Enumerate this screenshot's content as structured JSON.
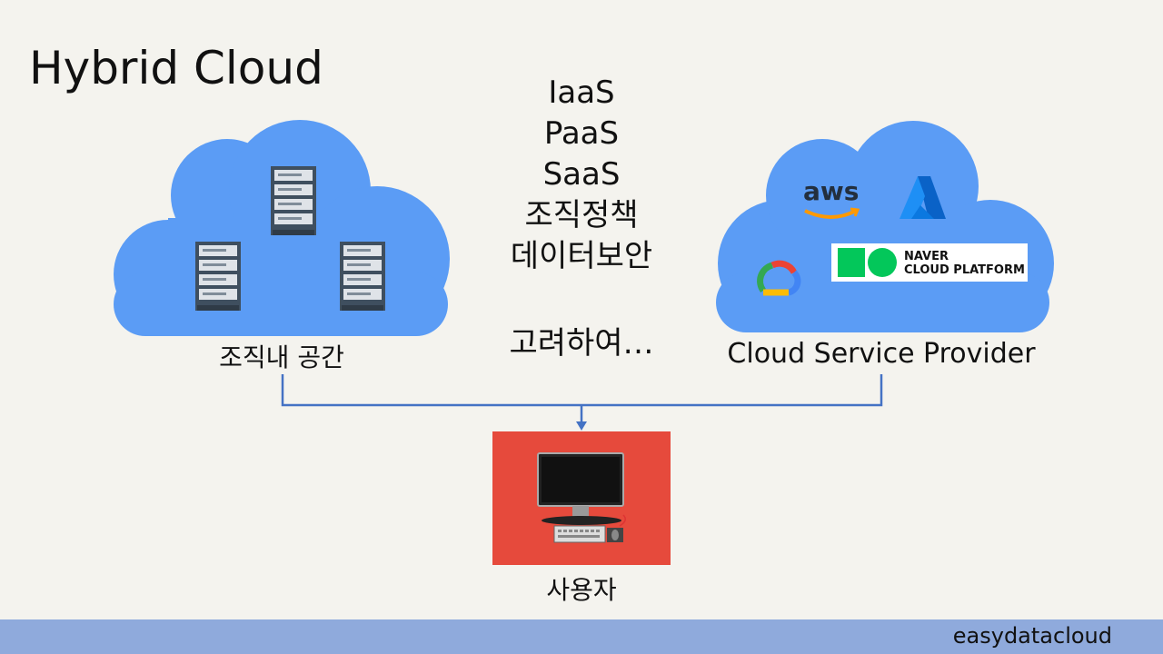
{
  "title": "Hybrid Cloud",
  "center_list": [
    "IaaS",
    "PaaS",
    "SaaS",
    "조직정책",
    "데이터보안"
  ],
  "consider_text": "고려하여…",
  "left_cloud": {
    "label": "조직내 공간"
  },
  "right_cloud": {
    "label": "Cloud Service Provider",
    "logos": {
      "aws": "aws",
      "naver_line1": "NAVER",
      "naver_line2": "CLOUD PLATFORM"
    }
  },
  "user": {
    "label": "사용자"
  },
  "footer": {
    "brand": "easydatacloud"
  },
  "colors": {
    "background": "#f4f3ee",
    "cloud": "#5b9cf5",
    "user_box": "#e64a3c",
    "footer": "#8faadc",
    "connector": "#4472c4"
  },
  "icons": [
    "server-icon",
    "aws-logo",
    "azure-logo",
    "google-cloud-logo",
    "naver-cloud-logo",
    "computer-icon"
  ]
}
